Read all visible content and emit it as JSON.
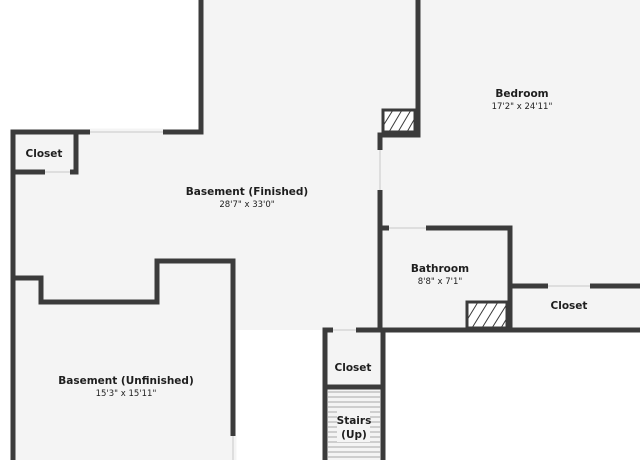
{
  "rooms": {
    "basement_finished": {
      "name": "Basement (Finished)",
      "dimensions": "28'7\" x 33'0\""
    },
    "bedroom": {
      "name": "Bedroom",
      "dimensions": "17'2\" x 24'11\""
    },
    "bathroom": {
      "name": "Bathroom",
      "dimensions": "8'8\" x 7'1\""
    },
    "basement_unfinished": {
      "name": "Basement (Unfinished)",
      "dimensions": "15'3\" x 15'11\""
    },
    "closet_left": {
      "name": "Closet"
    },
    "closet_right": {
      "name": "Closet"
    },
    "closet_center": {
      "name": "Closet"
    },
    "stairs": {
      "name_line1": "Stairs",
      "name_line2": "(Up)"
    }
  },
  "colors": {
    "wall": "#3b3b3b",
    "floor": "#f4f4f4",
    "background": "#ffffff"
  }
}
